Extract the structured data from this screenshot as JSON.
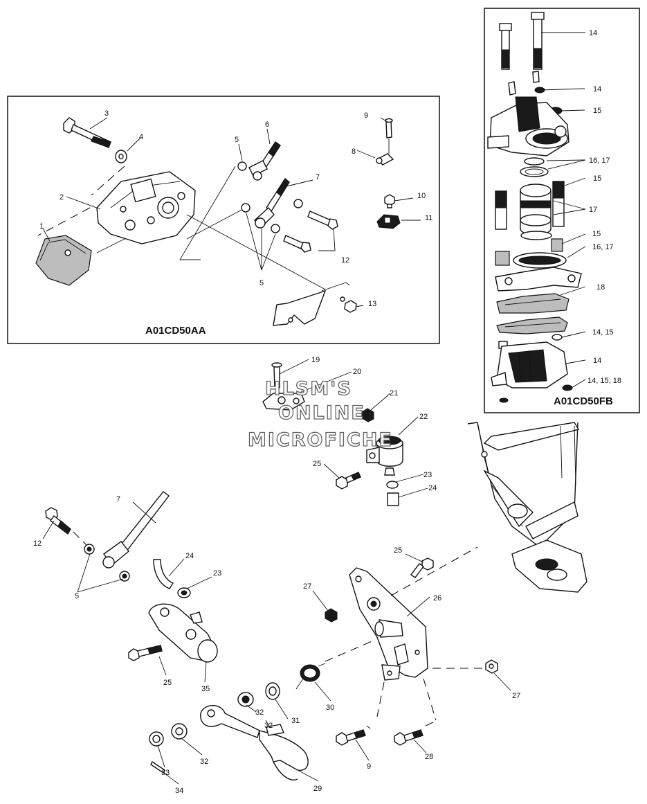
{
  "diagram": {
    "box_left_code": "A01CD50AA",
    "box_right_code": "A01CD50FB",
    "watermark": [
      "HLSM'S",
      "ONLINE",
      "MICROFICHE"
    ],
    "callouts": {
      "c1": "1",
      "c2": "2",
      "c3": "3",
      "c4": "4",
      "c5a": "5",
      "c5b": "5",
      "c5c": "5",
      "c6": "6",
      "c7a": "7",
      "c7b": "7",
      "c8": "8",
      "c9a": "9",
      "c10": "10",
      "c11": "11",
      "c12a": "12",
      "c12b": "12",
      "c13": "13",
      "c14a": "14",
      "c14b": "14",
      "c14c": "14",
      "c14d": "14, 15",
      "c14e": "14, 15, 18",
      "c15a": "15",
      "c15b": "15",
      "c15c": "15",
      "c1617a": "16, 17",
      "c1617b": "16, 17",
      "c17": "17",
      "c18": "18",
      "c19": "19",
      "c20": "20",
      "c21": "21",
      "c22": "22",
      "c23a": "23",
      "c23b": "23",
      "c24a": "24",
      "c24b": "24",
      "c25a": "25",
      "c25b": "25",
      "c25c": "25",
      "c26": "26",
      "c27a": "27",
      "c27b": "27",
      "c28": "28",
      "c29": "29",
      "c30": "30",
      "c31": "31",
      "c32a": "32",
      "c32b": "32",
      "c33": "33",
      "c34": "34",
      "c35": "35",
      "c9b": "9"
    }
  }
}
